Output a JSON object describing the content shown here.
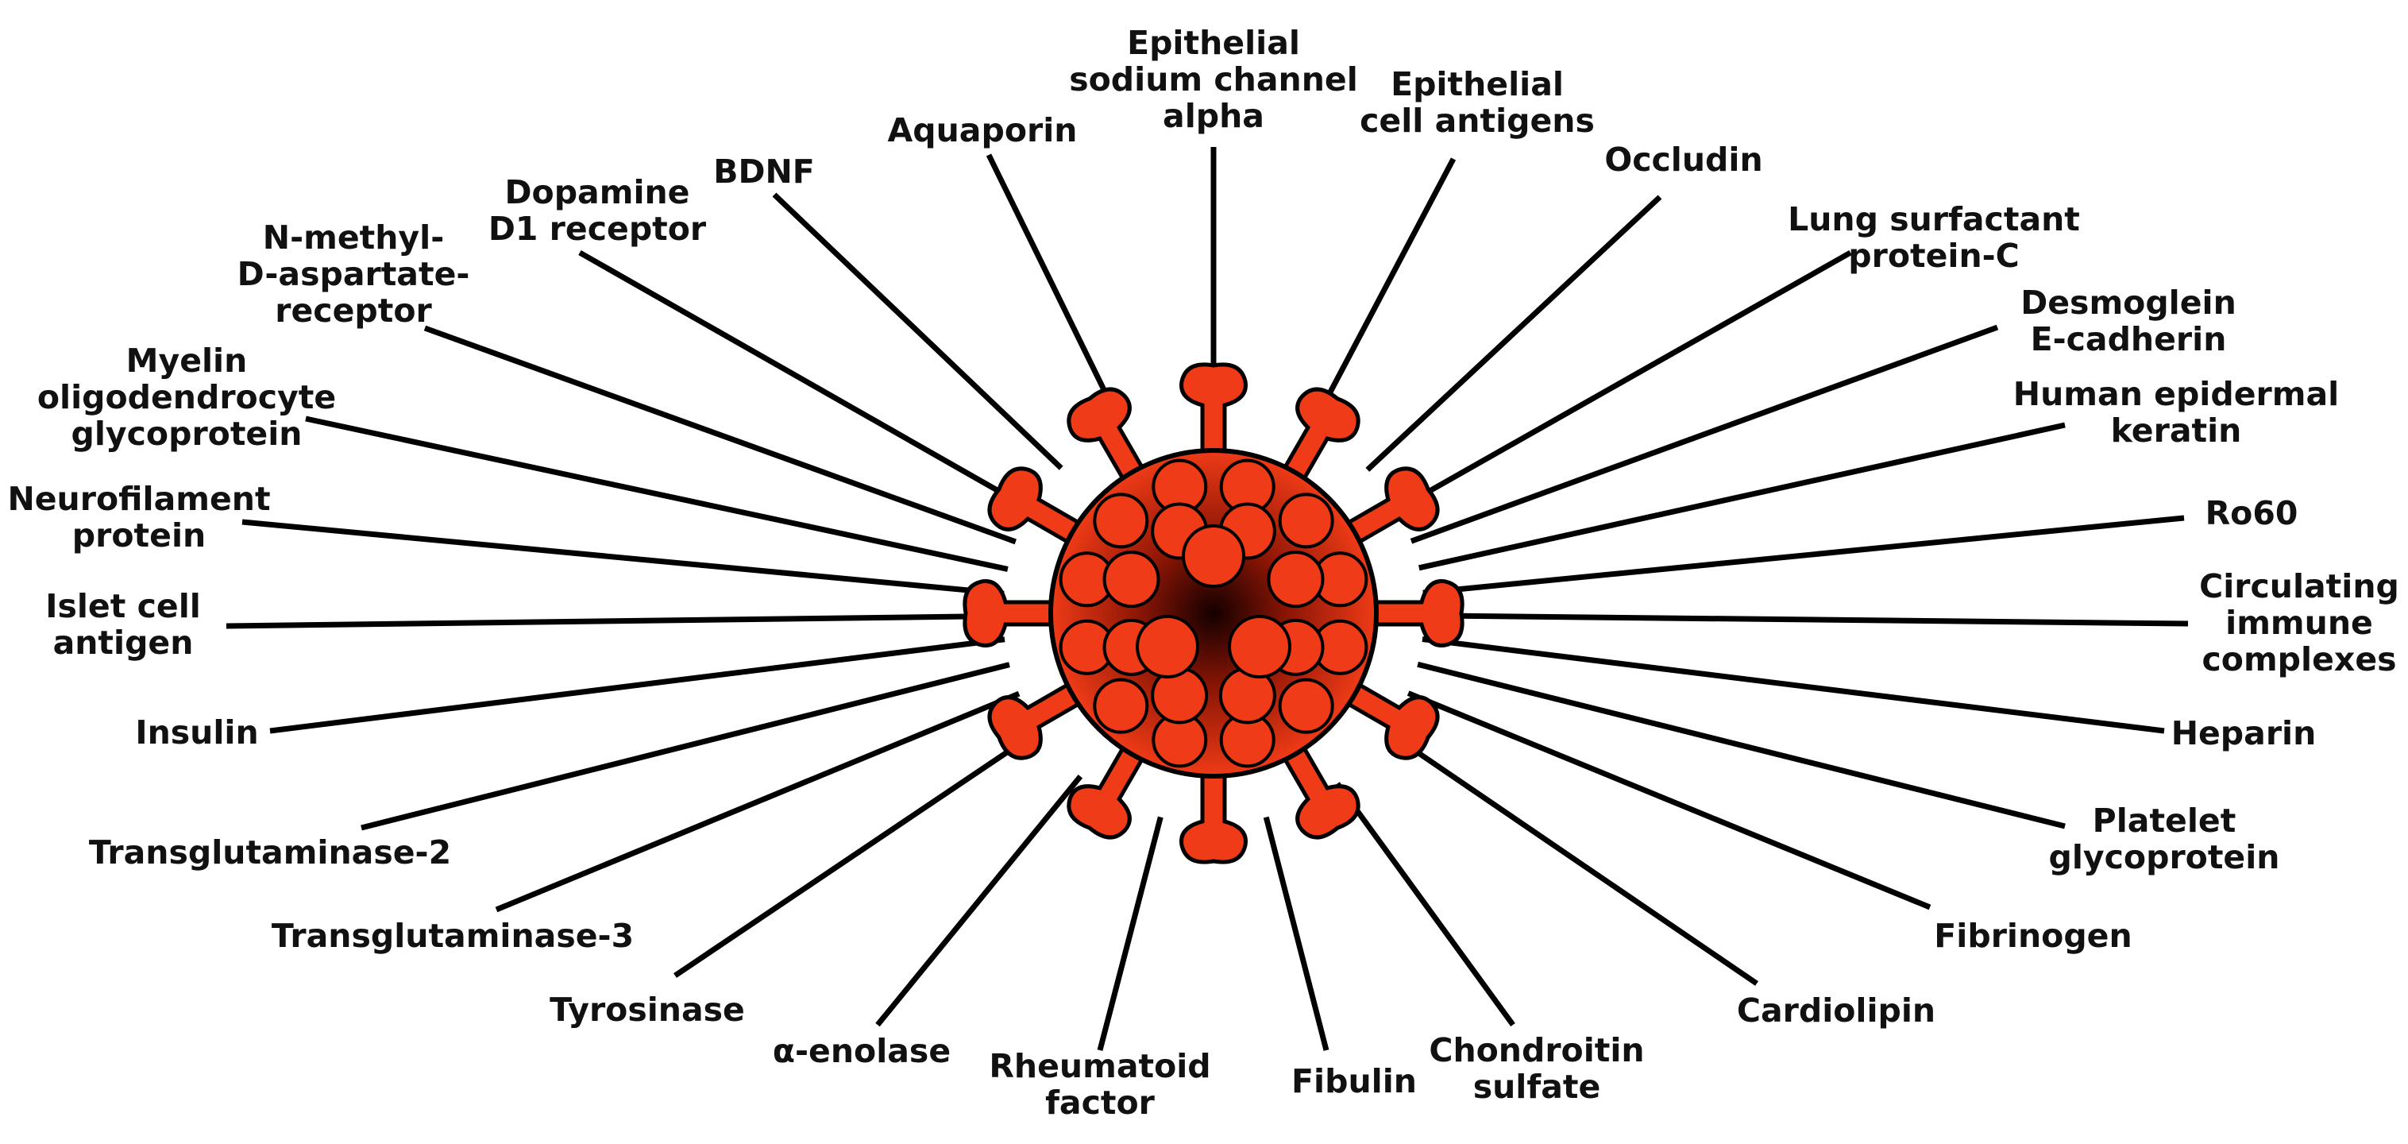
{
  "antigens": [
    {
      "id": "epithelial-sodium-channel-alpha",
      "lines": [
        "Epithelial",
        "sodium channel",
        "alpha"
      ]
    },
    {
      "id": "epithelial-cell-antigens",
      "lines": [
        "Epithelial",
        "cell antigens"
      ]
    },
    {
      "id": "occludin",
      "lines": [
        "Occludin"
      ]
    },
    {
      "id": "lung-surfactant-protein-c",
      "lines": [
        "Lung surfactant",
        "protein-C"
      ]
    },
    {
      "id": "desmoglein-e-cadherin",
      "lines": [
        "Desmoglein",
        "E-cadherin"
      ]
    },
    {
      "id": "human-epidermal-keratin",
      "lines": [
        "Human epidermal",
        "keratin"
      ]
    },
    {
      "id": "ro60",
      "lines": [
        "Ro60"
      ]
    },
    {
      "id": "circulating-immune-complexes",
      "lines": [
        "Circulating",
        "immune",
        "complexes"
      ]
    },
    {
      "id": "heparin",
      "lines": [
        "Heparin"
      ]
    },
    {
      "id": "platelet-glycoprotein",
      "lines": [
        "Platelet",
        "glycoprotein"
      ]
    },
    {
      "id": "fibrinogen",
      "lines": [
        "Fibrinogen"
      ]
    },
    {
      "id": "cardiolipin",
      "lines": [
        "Cardiolipin"
      ]
    },
    {
      "id": "chondroitin-sulfate",
      "lines": [
        "Chondroitin",
        "sulfate"
      ]
    },
    {
      "id": "fibulin",
      "lines": [
        "Fibulin"
      ]
    },
    {
      "id": "rheumatoid-factor",
      "lines": [
        "Rheumatoid",
        "factor"
      ]
    },
    {
      "id": "alpha-enolase",
      "lines": [
        "α-enolase"
      ]
    },
    {
      "id": "tyrosinase",
      "lines": [
        "Tyrosinase"
      ]
    },
    {
      "id": "transglutaminase-3",
      "lines": [
        "Transglutaminase-3"
      ]
    },
    {
      "id": "transglutaminase-2",
      "lines": [
        "Transglutaminase-2"
      ]
    },
    {
      "id": "insulin",
      "lines": [
        "Insulin"
      ]
    },
    {
      "id": "islet-cell-antigen",
      "lines": [
        "Islet cell",
        "antigen"
      ]
    },
    {
      "id": "neurofilament-protein",
      "lines": [
        "Neurofilament",
        "protein"
      ]
    },
    {
      "id": "myelin-oligodendrocyte-glycoprotein",
      "lines": [
        "Myelin",
        "oligodendrocyte",
        "glycoprotein"
      ]
    },
    {
      "id": "n-methyl-d-aspartate-receptor",
      "lines": [
        "N-methyl-",
        "D-aspartate-",
        "receptor"
      ]
    },
    {
      "id": "dopamine-d1-receptor",
      "lines": [
        "Dopamine",
        "D1 receptor"
      ]
    },
    {
      "id": "bdnf",
      "lines": [
        "BDNF"
      ]
    },
    {
      "id": "aquaporin",
      "lines": [
        "Aquaporin"
      ]
    }
  ],
  "colors": {
    "virus_red": "#ef3b17",
    "virus_core": "#1a0000",
    "line": "#000000",
    "text": "#111111"
  }
}
